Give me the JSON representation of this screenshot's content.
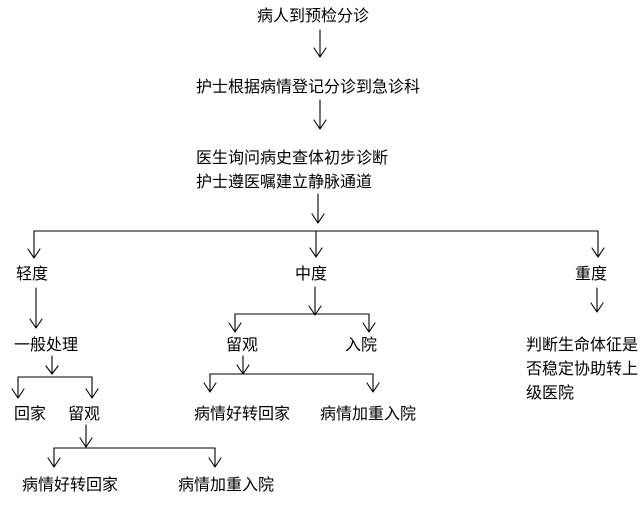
{
  "flowchart": {
    "start": "病人到预检分诊",
    "triage": "护士根据病情登记分诊到急诊科",
    "assessment": [
      "医生询问病史查体初步诊断",
      "护士遵医嘱建立静脉通道"
    ],
    "mild": {
      "label": "轻度",
      "action": "一般处理",
      "go_home": "回家",
      "observe": "留观",
      "improved_home": "病情好转回家",
      "worsened_admit": "病情加重入院"
    },
    "moderate": {
      "label": "中度",
      "observe": "留观",
      "admit": "入院",
      "improved_home": "病情好转回家",
      "worsened_admit": "病情加重入院"
    },
    "severe": {
      "label": "重度",
      "action": [
        "判断生命体征是",
        "否稳定协助转上",
        "级医院"
      ]
    }
  }
}
